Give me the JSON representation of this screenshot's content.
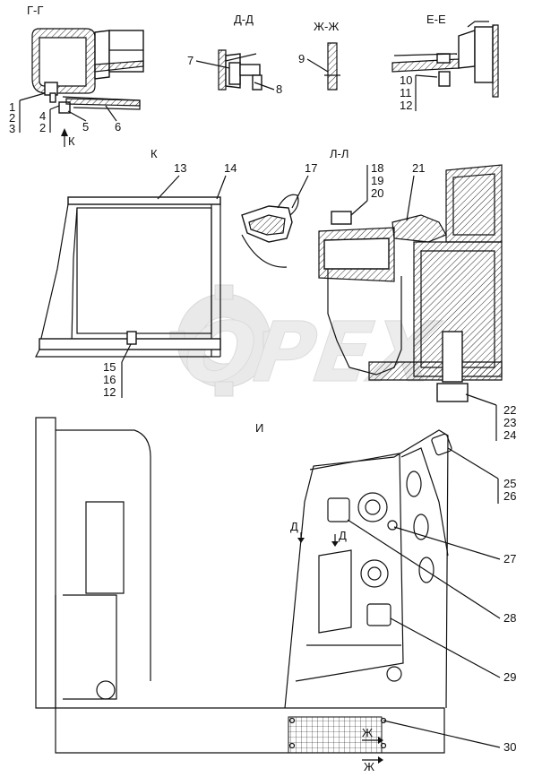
{
  "sections": {
    "g": "Г-Г",
    "d": "Д-Д",
    "zh": "Ж-Ж",
    "e": "Е-Е",
    "k": "К",
    "l": "Л-Л",
    "i": "И"
  },
  "watermark": "OPEX",
  "markers": {
    "k_arrow": "К",
    "d1": "Д",
    "d2": "Д",
    "zh1": "Ж",
    "zh2": "Ж"
  },
  "callouts": {
    "c1": "1",
    "c2": "2",
    "c3": "3",
    "c4": "4",
    "c2b": "2",
    "c5": "5",
    "c6": "6",
    "c7": "7",
    "c8": "8",
    "c9": "9",
    "c10": "10",
    "c11": "11",
    "c12": "12",
    "c13": "13",
    "c14": "14",
    "c15": "15",
    "c16": "16",
    "c12b": "12",
    "c17": "17",
    "c18": "18",
    "c19": "19",
    "c20": "20",
    "c21": "21",
    "c22": "22",
    "c23": "23",
    "c24": "24",
    "c25": "25",
    "c26": "26",
    "c27": "27",
    "c28": "28",
    "c29": "29",
    "c30": "30"
  }
}
